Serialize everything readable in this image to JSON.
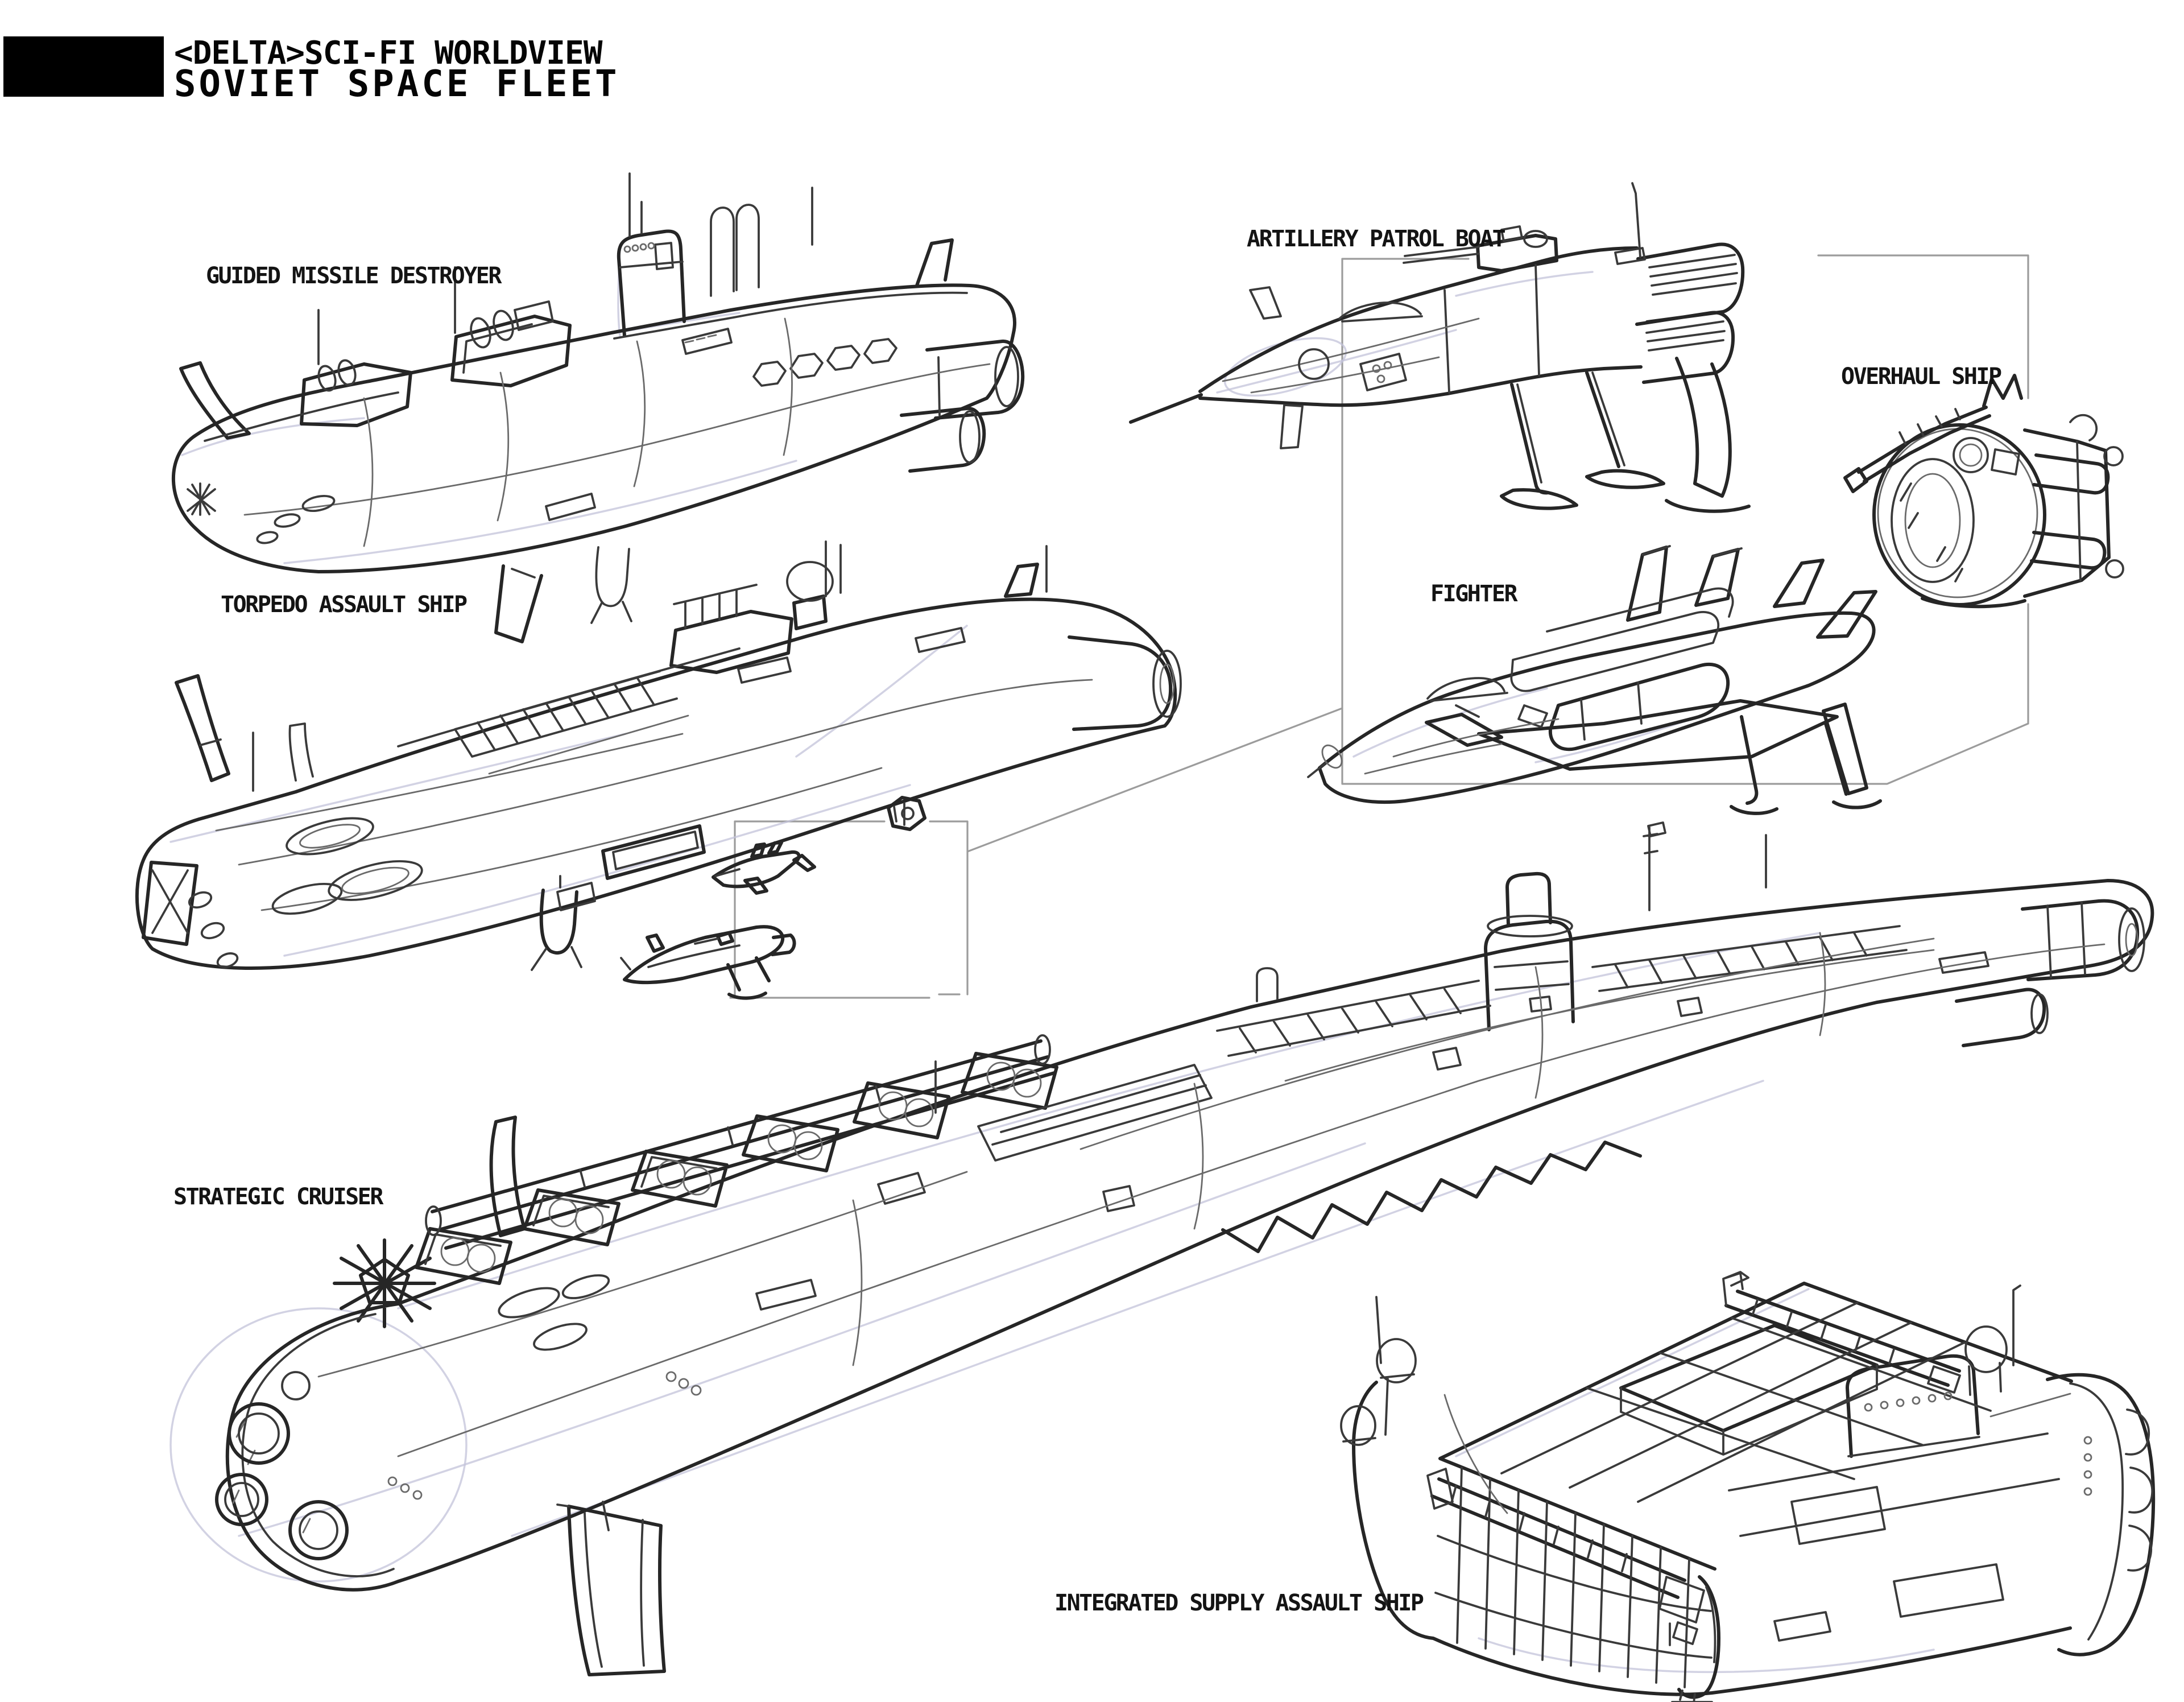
{
  "header": {
    "series_title": "<DELTA>SCI-FI WORLDVIEW",
    "sheet_title": "SOVIET SPACE FLEET"
  },
  "ships": [
    {
      "name": "guided-missile-destroyer",
      "label": "GUIDED MISSILE DESTROYER"
    },
    {
      "name": "artillery-patrol-boat",
      "label": "ARTILLERY PATROL BOAT"
    },
    {
      "name": "overhaul-ship",
      "label": "OVERHAUL SHIP"
    },
    {
      "name": "torpedo-assault-ship",
      "label": "TORPEDO ASSAULT SHIP"
    },
    {
      "name": "fighter",
      "label": "FIGHTER"
    },
    {
      "name": "strategic-cruiser",
      "label": "STRATEGIC CRUISER"
    },
    {
      "name": "integrated-supply-assault-ship",
      "label": "INTEGRATED SUPPLY ASSAULT SHIP"
    }
  ],
  "colors": {
    "background": "#ffffff",
    "ink": "#262626",
    "logo_block": "#000000",
    "callout_line": "#9c9c9c",
    "construction_line": "#c3c3da"
  }
}
